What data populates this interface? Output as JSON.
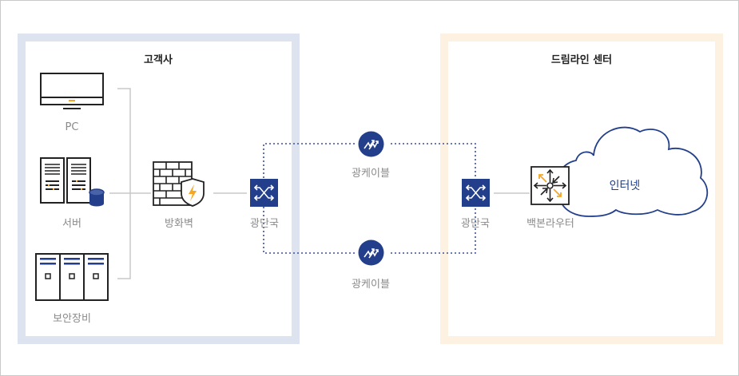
{
  "customer": {
    "title": "고객사"
  },
  "center": {
    "title": "드림라인 센터"
  },
  "nodes": {
    "pc": "PC",
    "server": "서버",
    "security": "보안장비",
    "firewall": "방화벽",
    "olt_left": "광단국",
    "olt_right": "광단국",
    "backbone": "백본라우터",
    "internet": "인터넷"
  },
  "links": {
    "top": "광케이블",
    "bottom": "광케이블"
  },
  "colors": {
    "customer_border": "#dde4ef",
    "center_border": "#fdf1e2",
    "navy": "#233f8c",
    "orange": "#f5a623",
    "dotted": "#3c4f9b",
    "line": "#c8c8c8"
  }
}
